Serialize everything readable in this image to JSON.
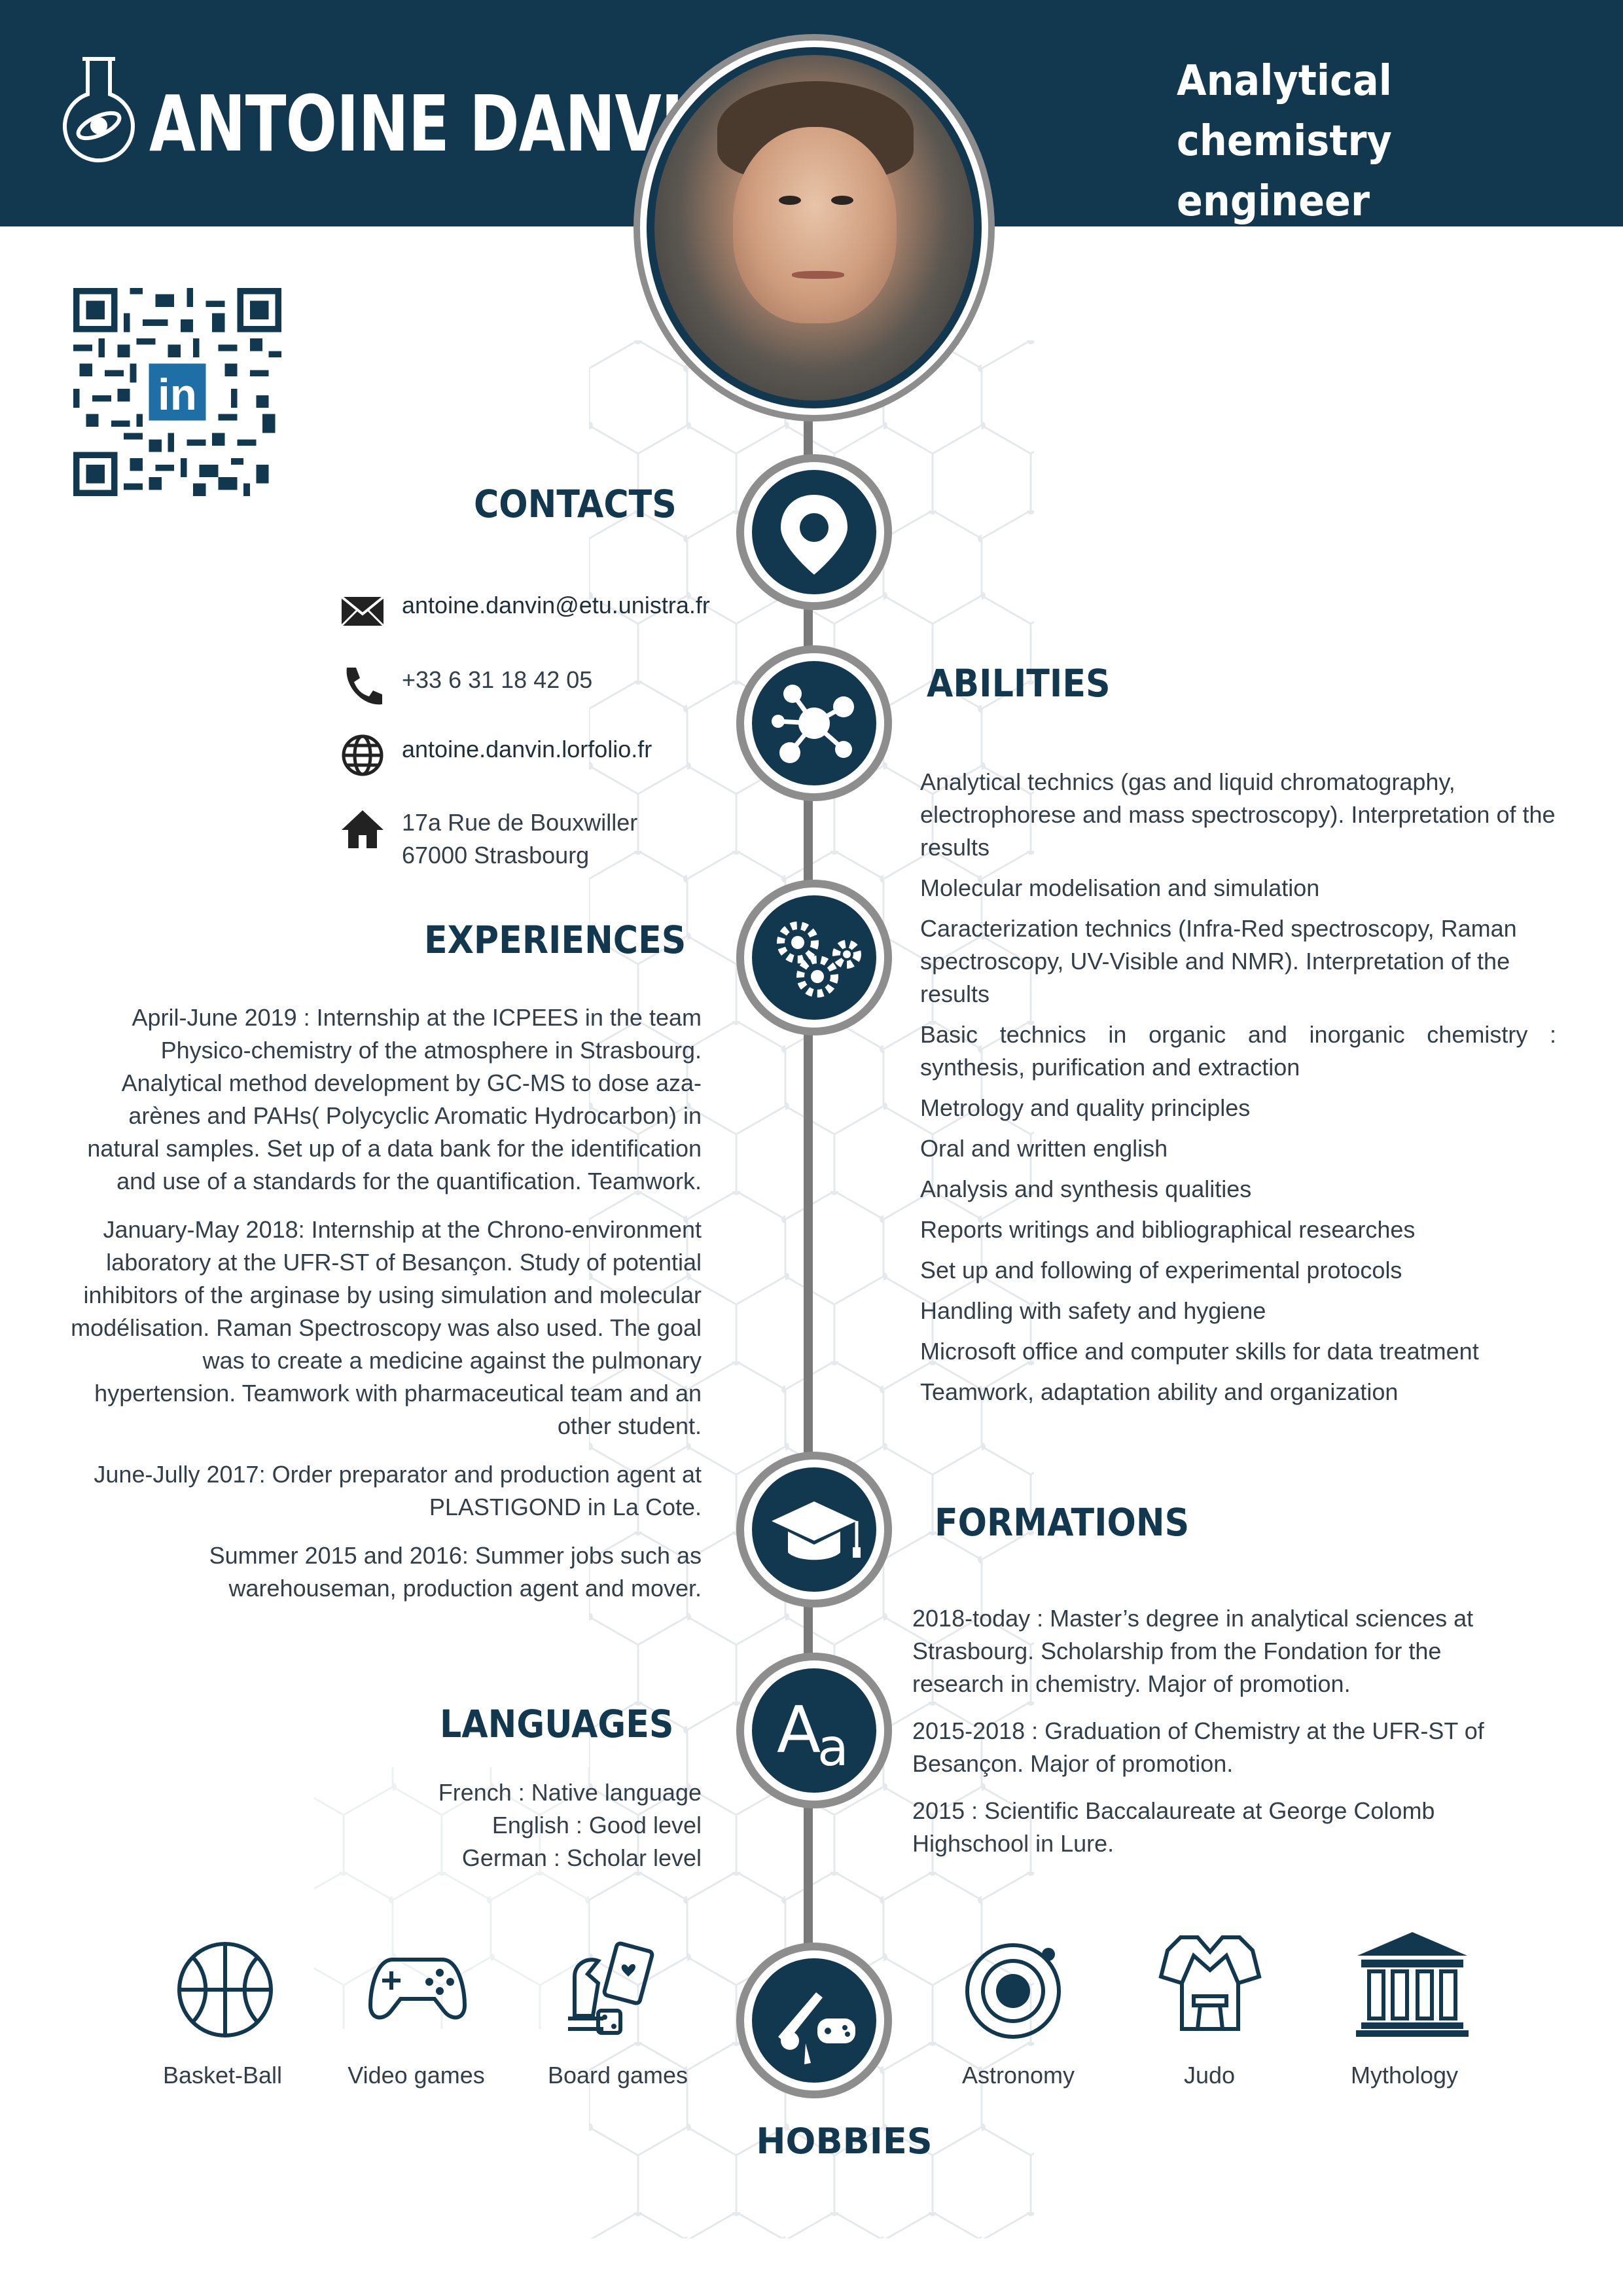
{
  "header": {
    "name": "ANTOINE DANVIN",
    "job_title_line1": "Analytical",
    "job_title_line2": "chemistry engineer"
  },
  "contacts": {
    "title": "CONTACTS",
    "email": "antoine.danvin@etu.unistra.fr",
    "phone": "+33 6 31 18 42 05",
    "website": "antoine.danvin.lorfolio.fr",
    "address_line1": "17a Rue de Bouxwiller",
    "address_line2": "67000 Strasbourg"
  },
  "experiences": {
    "title": "EXPERIENCES",
    "items": [
      "April-June 2019 : Internship at the ICPEES in the team Physico-chemistry of the atmosphere in Strasbourg. Analytical method development by GC-MS to dose aza-arènes and PAHs( Polycyclic  Aromatic Hydrocarbon) in natural samples. Set up of a data bank for the identification and use of a standards for the quantification. Teamwork.",
      "January-May 2018: Internship at the Chrono-environment laboratory at the UFR-ST of Besançon. Study of potential inhibitors of the arginase by using simulation and molecular modélisation. Raman Spectroscopy was also used. The goal was to create a medicine against the pulmonary hypertension. Teamwork with pharmaceutical team and an other student.",
      "June-Jully 2017: Order preparator and production agent at PLASTIGOND in La Cote.",
      "Summer 2015 and 2016: Summer jobs such as warehouseman, production agent and mover."
    ]
  },
  "languages": {
    "title": "LANGUAGES",
    "items": [
      "French : Native language",
      "English : Good level",
      "German : Scholar level"
    ]
  },
  "abilities": {
    "title": "ABILITIES",
    "items": [
      "Analytical technics (gas and liquid chromatography, electrophorese and mass spectroscopy). Interpretation of the results",
      "Molecular modelisation and simulation",
      "Caracterization technics (Infra-Red spectroscopy, Raman spectroscopy, UV-Visible and NMR). Interpretation of the results",
      "Basic technics in organic and inorganic chemistry : synthesis, purification and extraction",
      "Metrology and quality principles",
      "Oral and written english",
      "Analysis and synthesis qualities",
      "Reports writings and bibliographical researches",
      "Set up and following of experimental protocols",
      "Handling with safety and hygiene",
      "Microsoft office and computer skills for data treatment",
      "Teamwork, adaptation ability and organization"
    ]
  },
  "formations": {
    "title": "FORMATIONS",
    "items": [
      "2018-today : Master’s degree in analytical sciences at Strasbourg. Scholarship from the Fondation for the research in chemistry. Major of promotion.",
      "2015-2018 : Graduation of Chemistry at the UFR-ST of Besançon. Major of promotion.",
      "2015 : Scientific Baccalaureate at George Colomb Highschool in Lure."
    ]
  },
  "hobbies": {
    "title": "HOBBIES",
    "items": [
      {
        "label": "Basket-Ball",
        "icon": "basketball-icon"
      },
      {
        "label": "Video games",
        "icon": "gamepad-icon"
      },
      {
        "label": "Board games",
        "icon": "board-games-icon"
      },
      {
        "label": "Astronomy",
        "icon": "planet-icon"
      },
      {
        "label": "Judo",
        "icon": "judo-icon"
      },
      {
        "label": "Mythology",
        "icon": "temple-icon"
      }
    ]
  },
  "qr_badge": "in",
  "colors": {
    "primary": "#12384f",
    "timeline": "#7a7a7a",
    "text": "#333f48"
  }
}
